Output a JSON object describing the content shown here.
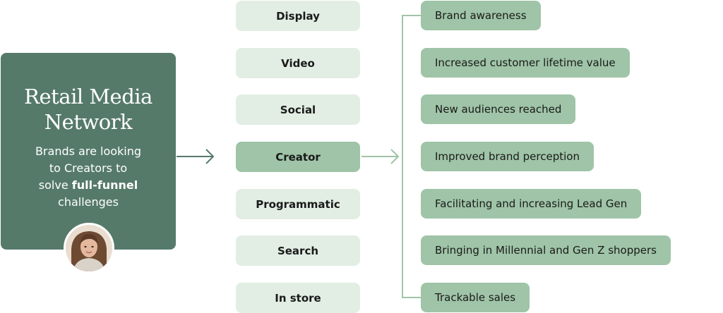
{
  "card": {
    "title_line1": "Retail Media",
    "title_line2": "Network",
    "body_line1": "Brands are looking",
    "body_line2": "to Creators to",
    "body_line3_pre": "solve ",
    "body_line3_bold": "full-funnel",
    "body_line4": "challenges"
  },
  "channels": [
    "Display",
    "Video",
    "Social",
    "Creator",
    "Programmatic",
    "Search",
    "In store"
  ],
  "active_channel": "Creator",
  "outcomes": [
    "Brand awareness",
    "Increased customer lifetime value",
    "New audiences reached",
    "Improved brand perception",
    "Facilitating and increasing Lead Gen",
    "Bringing in Millennial and Gen Z shoppers",
    "Trackable sales"
  ],
  "colors": {
    "card_bg": "#557a6a",
    "channel_bg": "#e2eee4",
    "active_bg": "#9fc4a7",
    "outcome_bg": "#9fc4a7",
    "arrow_dark": "#557a6a",
    "arrow_light": "#9fc4a7"
  }
}
